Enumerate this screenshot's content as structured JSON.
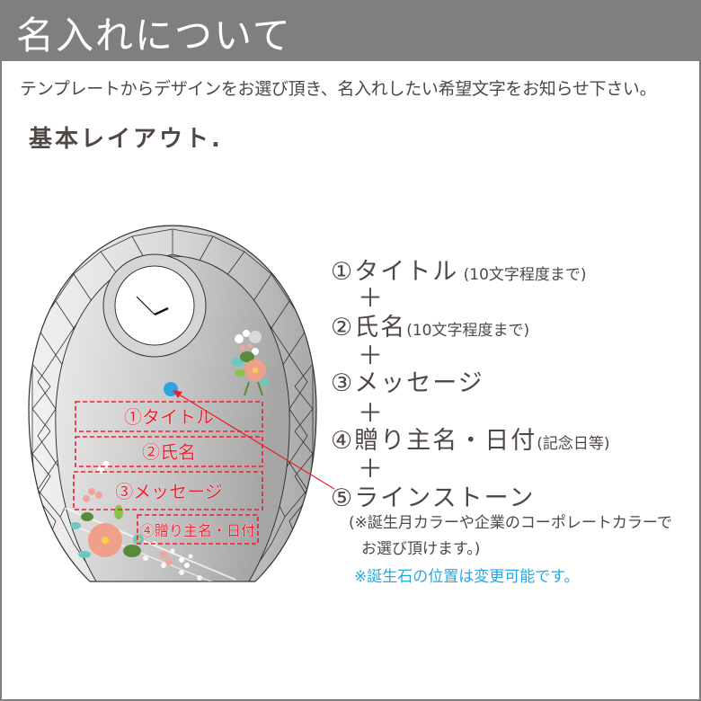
{
  "header": {
    "title": "名入れについて"
  },
  "intro": {
    "text": "テンプレートからデザインをお選び頂き、名入れしたい希望文字をお知らせ下さい。"
  },
  "subhead": {
    "text": "基本レイアウト."
  },
  "product": {
    "name": "egg-shaped-crystal-clock",
    "boxes": [
      {
        "label": "①タイトル"
      },
      {
        "label": "②氏名"
      },
      {
        "label": "③メッセージ"
      },
      {
        "label": "④贈り主名・日付"
      }
    ],
    "stone_color": "#29a7e1",
    "box_border_color": "#e8212e"
  },
  "legend": {
    "items": [
      {
        "main": "①タイトル",
        "note": " (10文字程度まで)"
      },
      {
        "main": "②氏名",
        "note": "(10文字程度まで)"
      },
      {
        "main": "③メッセージ",
        "note": ""
      },
      {
        "main": "④贈り主名・日付",
        "note": "(記念日等)"
      },
      {
        "main": "⑤ラインストーン",
        "note": ""
      }
    ],
    "plus": "＋",
    "rhinestone_note_line1": "(※誕生月カラーや企業のコーポレートカラーで",
    "rhinestone_note_line2": "お選び頂けます。)",
    "position_note": "※誕生石の位置は変更可能です。"
  },
  "colors": {
    "header_bg": "#7f7f7f",
    "text": "#4f4745",
    "accent_blue": "#29a7e1",
    "accent_red": "#e8212e"
  }
}
